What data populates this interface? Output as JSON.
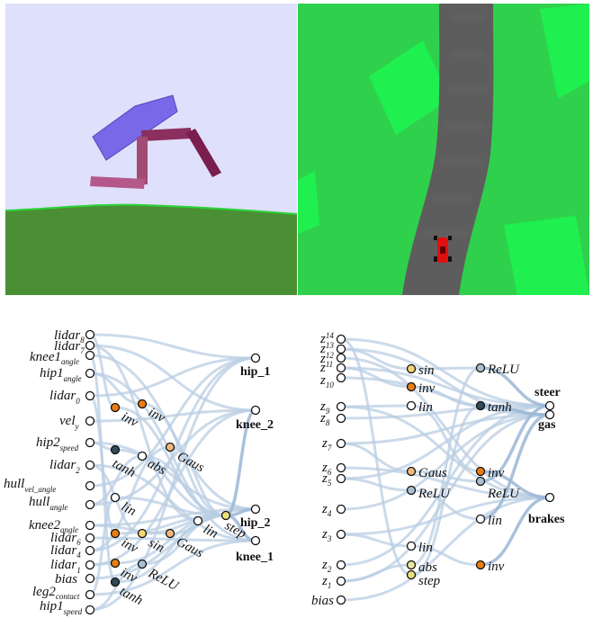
{
  "colors": {
    "sky": "#dfe0fb",
    "ground_dark": "#4a8f34",
    "ground_line": "#2ed23a",
    "hull": "#7b68e8",
    "leg_upper": "#a24b74",
    "leg_upper_dark": "#7a1e4e",
    "grass": "#2fd14c",
    "grass_light": "#1ff04f",
    "road": "#5d5d5d",
    "car": "#e01010",
    "edge": "#b9cde3",
    "node_default": "#ffffff",
    "act_inv": "#e87d14",
    "act_sin": "#f4d774",
    "act_gaus": "#f0b880",
    "act_tanh": "#2f4b55",
    "act_relu": "#a9bfd4",
    "act_step": "#e7e27a",
    "act_abs": "#e9e6a0",
    "act_lin": "#ffffff"
  },
  "left_network": {
    "inputs": [
      {
        "main": "lidar",
        "sub": "8"
      },
      {
        "main": "lidar",
        "sub": "7"
      },
      {
        "main": "knee1",
        "sub": "angle"
      },
      {
        "main": "hip1",
        "sub": "angle"
      },
      {
        "main": "lidar",
        "sub": "0"
      },
      {
        "main": "vel",
        "sub": "y"
      },
      {
        "main": "hip2",
        "sub": "speed"
      },
      {
        "main": "lidar",
        "sub": "2"
      },
      {
        "main": "hull",
        "sub": "vel_angle"
      },
      {
        "main": "hull",
        "sub": "angle"
      },
      {
        "main": "knee2",
        "sub": "angle"
      },
      {
        "main": "lidar",
        "sub": "6"
      },
      {
        "main": "lidar",
        "sub": "4"
      },
      {
        "main": "lidar",
        "sub": "1"
      },
      {
        "main": "bias",
        "sub": ""
      },
      {
        "main": "leg2",
        "sub": "contact"
      },
      {
        "main": "hip1",
        "sub": "speed"
      }
    ],
    "hidden": [
      {
        "label": "inv",
        "color": "act_inv"
      },
      {
        "label": "inv",
        "color": "act_inv"
      },
      {
        "label": "tanh",
        "color": "act_tanh"
      },
      {
        "label": "abs",
        "color": "act_lin"
      },
      {
        "label": "Gaus",
        "color": "act_gaus"
      },
      {
        "label": "lin",
        "color": "act_lin"
      },
      {
        "label": "step",
        "color": "act_step"
      },
      {
        "label": "lin",
        "color": "act_lin"
      },
      {
        "label": "inv",
        "color": "act_inv"
      },
      {
        "label": "sin",
        "color": "act_sin"
      },
      {
        "label": "Gaus",
        "color": "act_gaus"
      },
      {
        "label": "inv",
        "color": "act_inv"
      },
      {
        "label": "ReLU",
        "color": "act_relu"
      },
      {
        "label": "tanh",
        "color": "act_tanh"
      }
    ],
    "outputs": [
      "hip_1",
      "knee_2",
      "hip_2",
      "knee_1"
    ]
  },
  "right_network": {
    "inputs": [
      {
        "main": "z",
        "sub": "14"
      },
      {
        "main": "z",
        "sub": "13"
      },
      {
        "main": "z",
        "sub": "12"
      },
      {
        "main": "z",
        "sub": "11"
      },
      {
        "main": "z",
        "sub": "10"
      },
      {
        "main": "z",
        "sub": "9"
      },
      {
        "main": "z",
        "sub": "8"
      },
      {
        "main": "z",
        "sub": "7"
      },
      {
        "main": "z",
        "sub": "6"
      },
      {
        "main": "z",
        "sub": "5"
      },
      {
        "main": "z",
        "sub": "4"
      },
      {
        "main": "z",
        "sub": "3"
      },
      {
        "main": "z",
        "sub": "2"
      },
      {
        "main": "z",
        "sub": "1"
      },
      {
        "main": "bias",
        "sub": ""
      }
    ],
    "hidden": [
      {
        "label": "sin",
        "color": "act_sin"
      },
      {
        "label": "inv",
        "color": "act_inv"
      },
      {
        "label": "lin",
        "color": "act_lin"
      },
      {
        "label": "Gaus",
        "color": "act_gaus"
      },
      {
        "label": "ReLU",
        "color": "act_relu"
      },
      {
        "label": "lin",
        "color": "act_lin"
      },
      {
        "label": "abs",
        "color": "act_abs"
      },
      {
        "label": "step",
        "color": "act_step"
      },
      {
        "label": "ReLU",
        "color": "act_relu"
      },
      {
        "label": "tanh",
        "color": "act_tanh"
      },
      {
        "label": "inv",
        "color": "act_inv"
      },
      {
        "label": "ReLU",
        "color": "act_relu"
      },
      {
        "label": "lin",
        "color": "act_lin"
      },
      {
        "label": "inv",
        "color": "act_inv"
      }
    ],
    "outputs": [
      "steer",
      "gas",
      "brakes"
    ]
  }
}
